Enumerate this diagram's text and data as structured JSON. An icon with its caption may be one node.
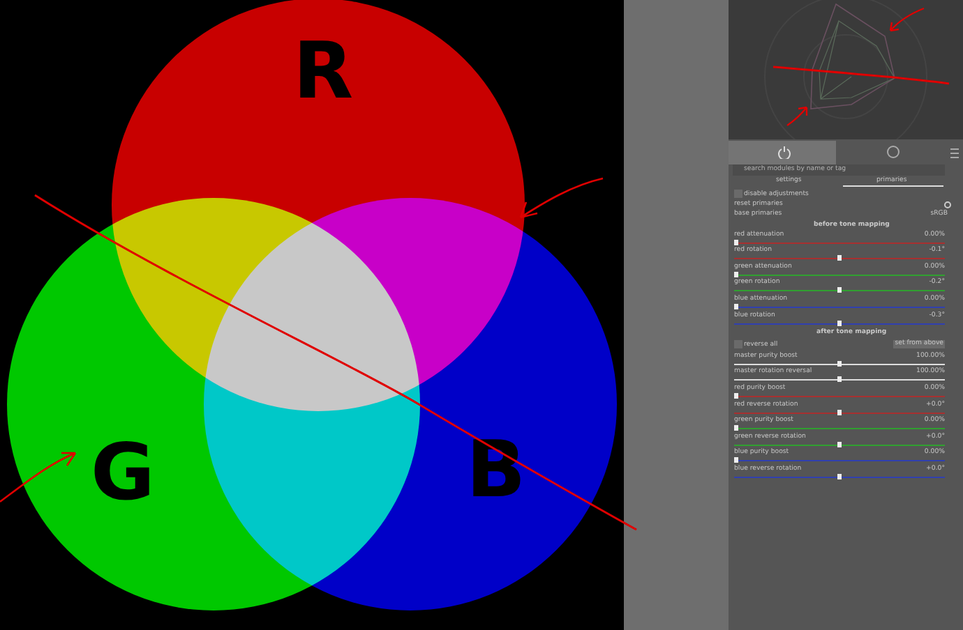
{
  "diagram": {
    "nodes": [
      {
        "text": [
          "R"
        ]
      },
      {
        "text": [
          "G"
        ]
      },
      {
        "text": [
          "B"
        ]
      }
    ],
    "labels": [
      "search modules by name or tag",
      "settings",
      "primaries",
      "disable adjustments",
      "reset primaries",
      "base primaries",
      "sRGB",
      "before tone mapping",
      "red attenuation",
      "0.00%",
      "red rotation",
      "-0.1°",
      "green attenuation",
      "0.00%",
      "green rotation",
      "-0.2°",
      "blue attenuation",
      "0.00%",
      "blue rotation",
      "-0.3°",
      "after tone mapping",
      "reverse all",
      "set from above",
      "master purity boost",
      "100.00%",
      "master rotation reversal",
      "100.00%",
      "red purity boost",
      "0.00%",
      "red reverse rotation",
      "+0.0°",
      "green purity boost",
      "0.00%",
      "green reverse rotation",
      "+0.0°",
      "blue purity boost",
      "0.00%",
      "blue reverse rotation",
      "+0.0°"
    ]
  }
}
